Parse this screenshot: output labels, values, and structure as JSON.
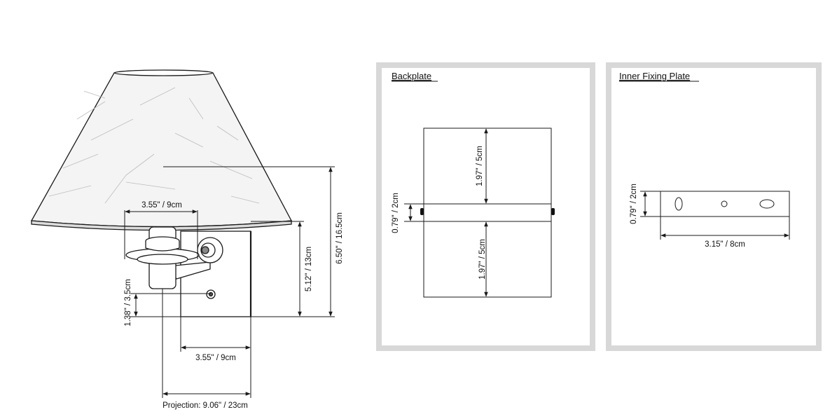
{
  "lamp": {
    "dims": {
      "shade_bottom_width": "3.55\" / 9cm",
      "shade_height_total": "6.50\" / 16.5cm",
      "backplate_height": "5.12\" / 13cm",
      "switch_offset": "1.38\" / 3.5cm",
      "arm_depth": "3.55\" / 9cm",
      "projection": "Projection: 9.06\" / 23cm"
    }
  },
  "backplate": {
    "title": "Backplate",
    "dims": {
      "top_gap": "1.97\" / 5cm",
      "slot_height": "0.79\" / 2cm",
      "bottom_gap": "1.97\" / 5cm"
    }
  },
  "inner_plate": {
    "title": "Inner Fixing Plate",
    "dims": {
      "height": "0.79\" / 2cm",
      "width": "3.15\" / 8cm"
    }
  },
  "colors": {
    "line": "#1a1a1a",
    "panel_border": "#d8d8d8",
    "shade_fill": "#f3f3f3"
  }
}
